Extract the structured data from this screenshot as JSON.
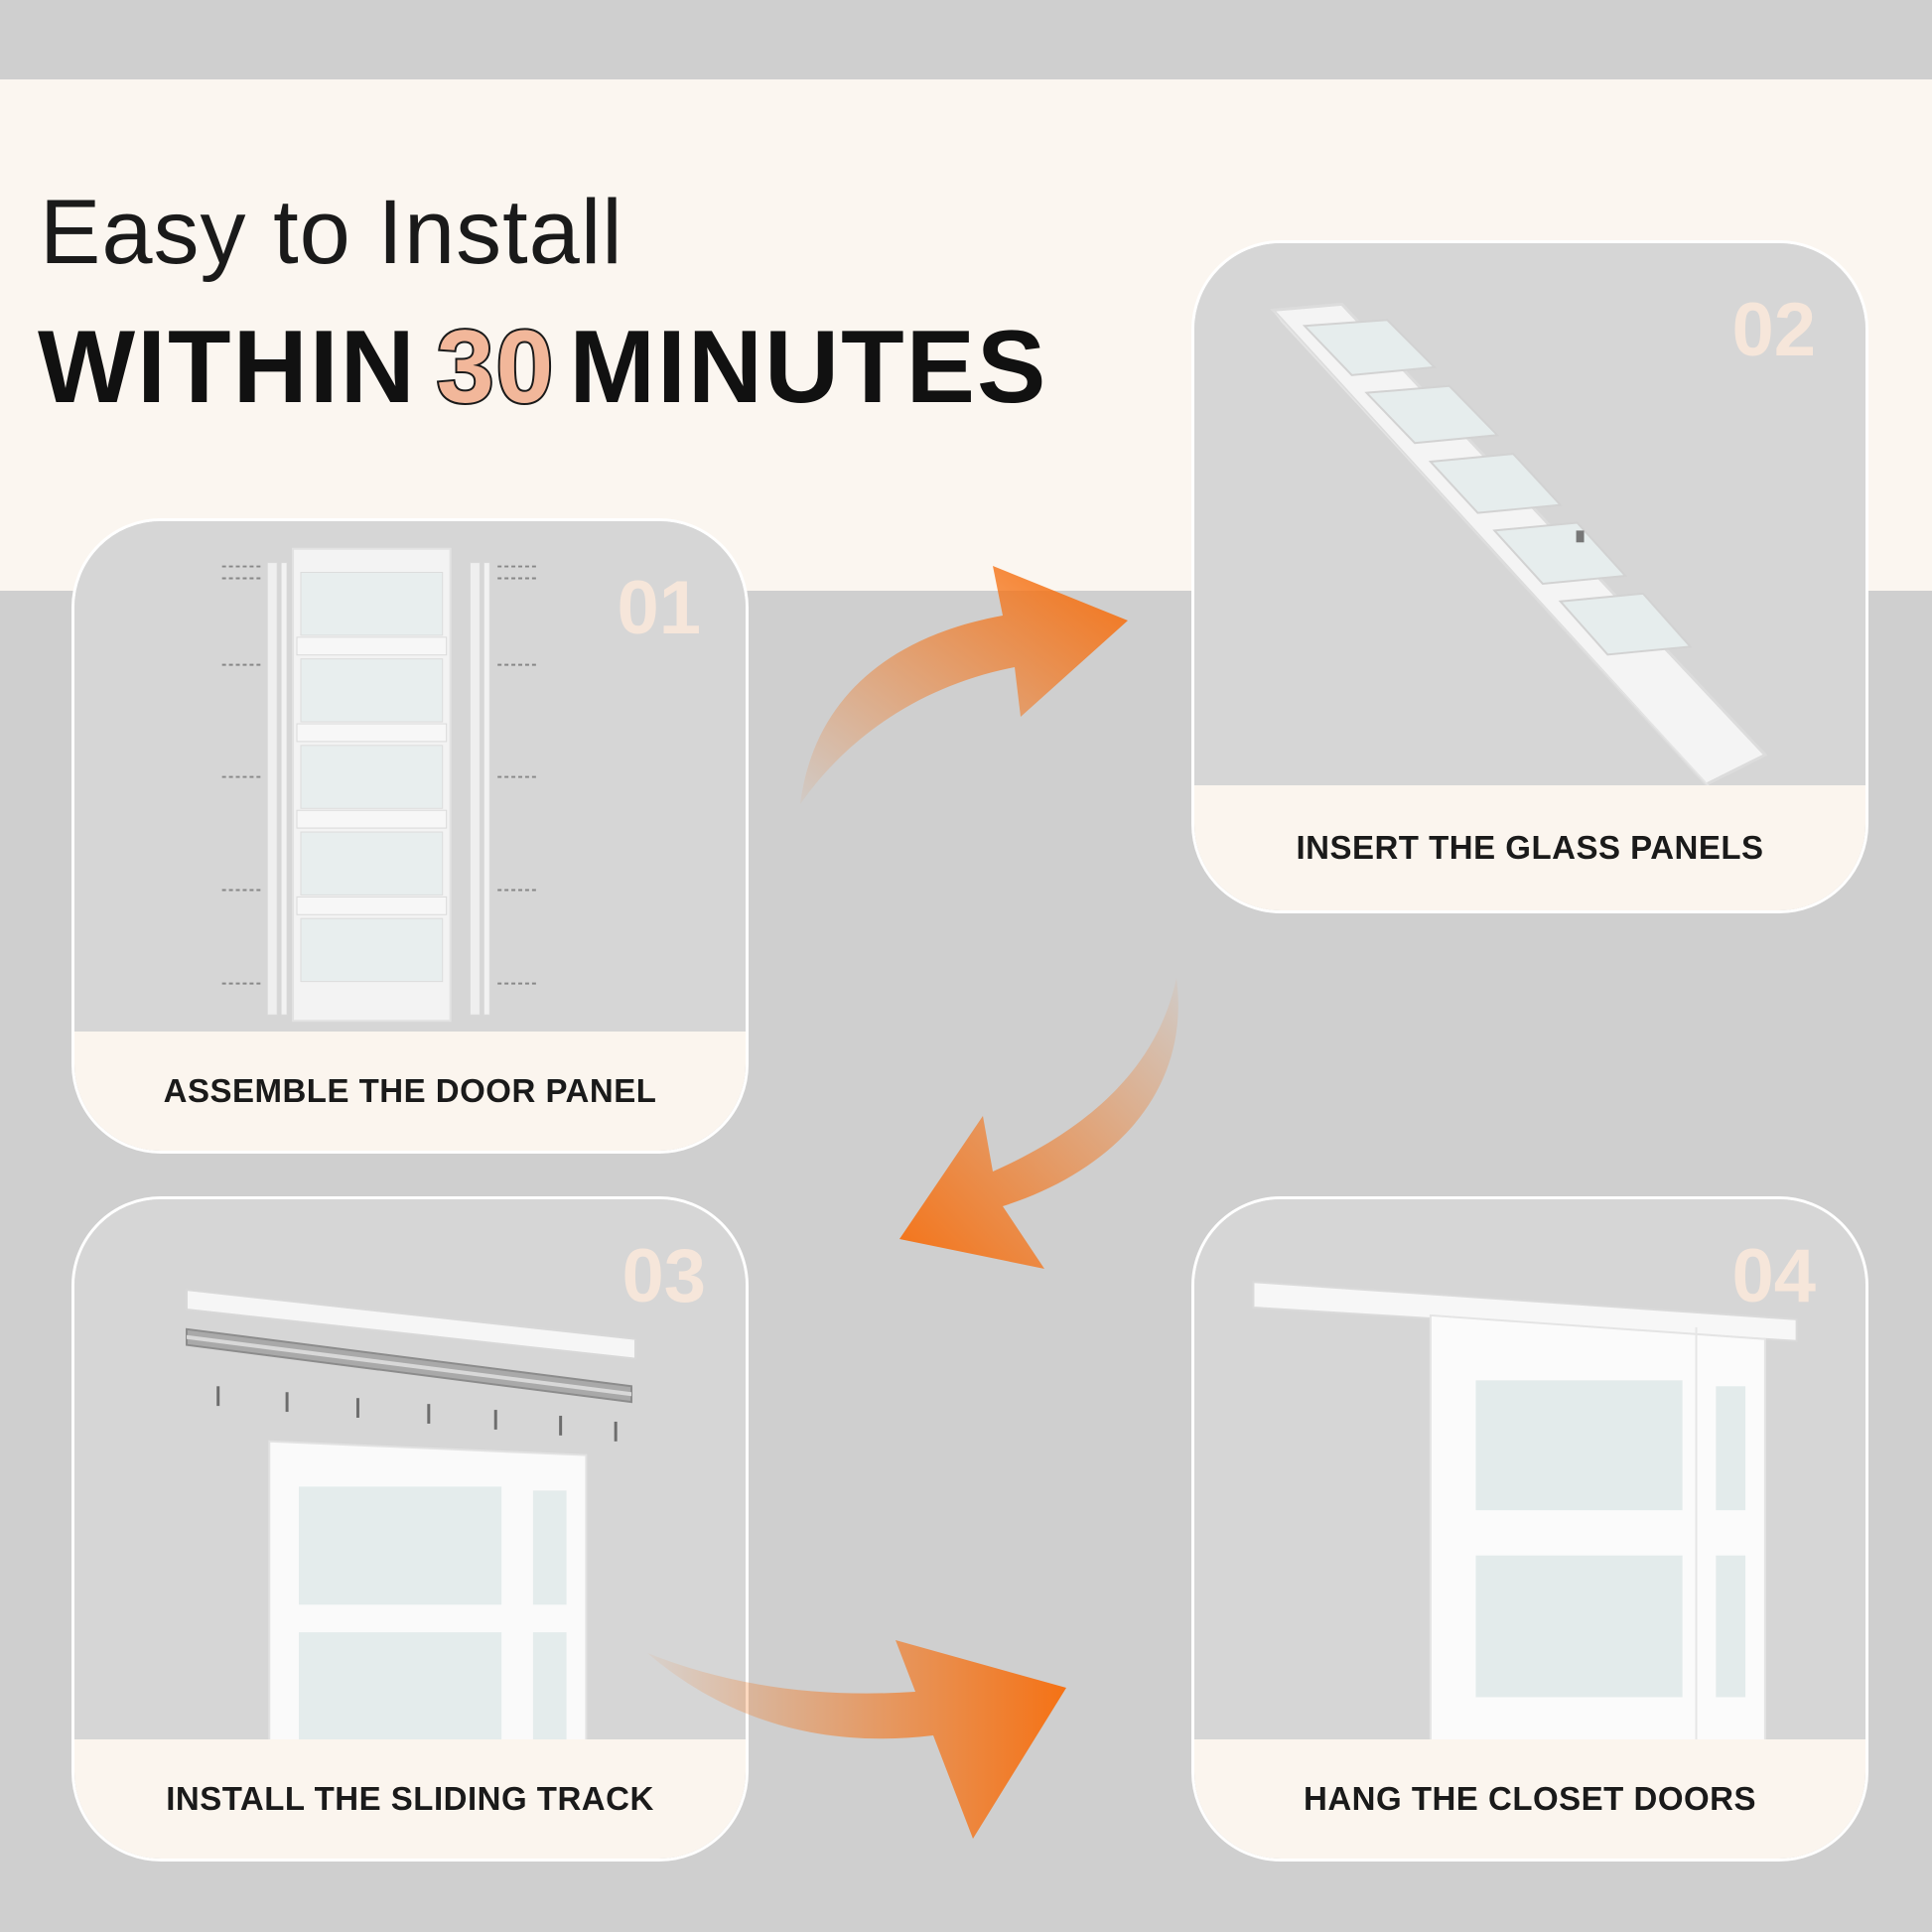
{
  "header": {
    "line1": "Easy to Install",
    "line2_prefix": "WITHIN",
    "line2_number": "30",
    "line2_suffix": "MINUTES"
  },
  "steps": [
    {
      "number": "01",
      "label": "ASSEMBLE THE DOOR PANEL"
    },
    {
      "number": "02",
      "label": "INSERT THE GLASS PANELS"
    },
    {
      "number": "03",
      "label": "INSTALL THE SLIDING TRACK"
    },
    {
      "number": "04",
      "label": "HANG THE CLOSET DOORS"
    }
  ],
  "colors": {
    "accent_orange": "#f57215",
    "number_fill": "#f2b79a",
    "panel_cream": "#fbf5ee",
    "background_gray": "#cfcfcf"
  }
}
